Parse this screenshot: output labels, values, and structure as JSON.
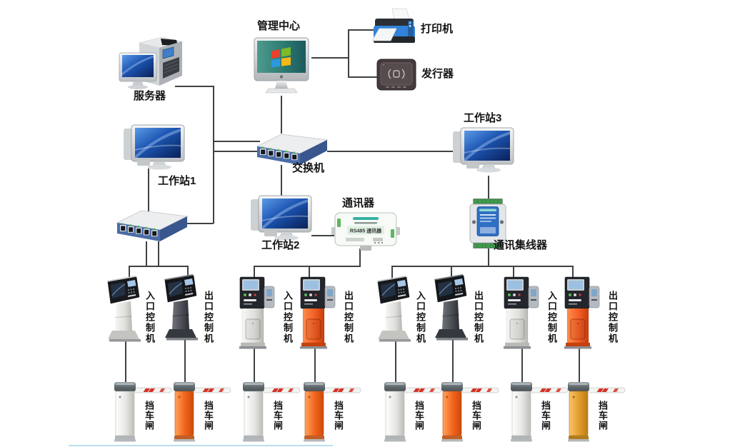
{
  "diagram": {
    "background": "#ffffff",
    "line_color": "#3f4245",
    "entry_body_color": "#dededa",
    "exit_dark_color": "#484c52",
    "exit_orange_color": "#ef5a22",
    "barrier_orange_color": "#f1621c",
    "barrier_amber_color": "#e19a2c"
  },
  "nodes": {
    "management_center": {
      "label": "管理中心"
    },
    "printer": {
      "label": "打印机"
    },
    "card_issuer": {
      "label": "发行器"
    },
    "server": {
      "label": "服务器"
    },
    "main_switch": {
      "label": "交换机"
    },
    "workstation1": {
      "label": "工作站1"
    },
    "workstation2": {
      "label": "工作站2"
    },
    "workstation3": {
      "label": "工作站3"
    },
    "communicator": {
      "label": "通讯器",
      "device_text": "RS485 通讯器"
    },
    "comm_hub": {
      "label": "通讯集线器"
    }
  },
  "controllers": [
    {
      "label": "入口控制机",
      "role": "entry",
      "style": "A",
      "body": "light-gray"
    },
    {
      "label": "出口控制机",
      "role": "exit",
      "style": "A",
      "body": "dark-gray"
    },
    {
      "label": "入口控制机",
      "role": "entry",
      "style": "B",
      "body": "white"
    },
    {
      "label": "出口控制机",
      "role": "exit",
      "style": "B",
      "body": "orange"
    },
    {
      "label": "入口控制机",
      "role": "entry",
      "style": "A",
      "body": "light-gray"
    },
    {
      "label": "出口控制机",
      "role": "exit",
      "style": "A",
      "body": "dark-gray"
    },
    {
      "label": "入口控制机",
      "role": "entry",
      "style": "B",
      "body": "white"
    },
    {
      "label": "出口控制机",
      "role": "exit",
      "style": "B",
      "body": "orange"
    }
  ],
  "barriers": [
    {
      "label": "挡车闸",
      "post_color": "white"
    },
    {
      "label": "挡车闸",
      "post_color": "orange"
    },
    {
      "label": "挡车闸",
      "post_color": "white"
    },
    {
      "label": "挡车闸",
      "post_color": "orange"
    },
    {
      "label": "挡车闸",
      "post_color": "white"
    },
    {
      "label": "挡车闸",
      "post_color": "orange"
    },
    {
      "label": "挡车闸",
      "post_color": "white"
    },
    {
      "label": "挡车闸",
      "post_color": "amber"
    }
  ]
}
